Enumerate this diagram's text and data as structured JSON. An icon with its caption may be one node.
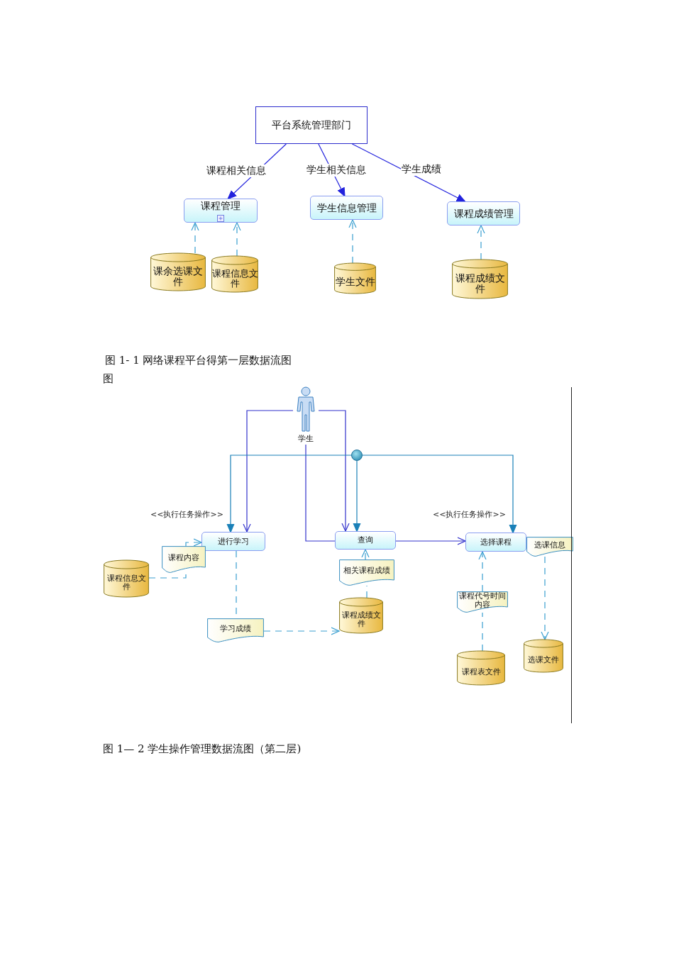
{
  "diagram": {
    "nodes": [
      {
        "text": [
          "平台系统管理部门"
        ]
      },
      {
        "text": [
          "课程管理"
        ]
      },
      {
        "text": [
          "学生信息管理"
        ]
      },
      {
        "text": [
          "课程成绩管理"
        ]
      },
      {
        "text": [
          "课余选课文件"
        ]
      },
      {
        "text": [
          "课程信息文件"
        ]
      },
      {
        "text": [
          "学生文件"
        ]
      },
      {
        "text": [
          "课程成绩文件"
        ]
      },
      {
        "text": [
          "学生"
        ]
      },
      {
        "text": [],
        "shape": "circle"
      },
      {
        "text": [
          "进行学习"
        ],
        "beside": [
          "<<执行任务操作>>"
        ]
      },
      {
        "text": [
          "查询"
        ]
      },
      {
        "text": [
          "选择课程"
        ],
        "beside": [
          "<<执行任务操作>>"
        ]
      },
      {
        "text": [
          "选课信息"
        ]
      },
      {
        "text": [
          "课程内容"
        ]
      },
      {
        "text": [
          "课程信息文件"
        ]
      },
      {
        "text": [
          "相关课程成绩"
        ]
      },
      {
        "text": [
          "课程成绩文件"
        ]
      },
      {
        "text": [
          "学习成绩"
        ]
      },
      {
        "text": [
          "课程代号时间内容"
        ]
      },
      {
        "text": [
          "课程表文件"
        ]
      },
      {
        "text": [
          "选课文件"
        ]
      }
    ],
    "edges": [
      {
        "from": 0,
        "to": 1,
        "arrow": "to",
        "label": "课程相关信息",
        "color": "#2222dd"
      },
      {
        "from": 0,
        "to": 2,
        "arrow": "to",
        "label": "学生相关信息",
        "color": "#2222dd"
      },
      {
        "from": 0,
        "to": 3,
        "arrow": "to",
        "label": "学生成绩",
        "color": "#2222dd"
      },
      {
        "from": 4,
        "to": 1,
        "arrow": "to",
        "style": "dashed"
      },
      {
        "from": 5,
        "to": 1,
        "arrow": "to",
        "style": "dashed"
      },
      {
        "from": 6,
        "to": 2,
        "arrow": "to",
        "style": "dashed"
      },
      {
        "from": 7,
        "to": 3,
        "arrow": "to",
        "style": "dashed"
      },
      {
        "from": 8,
        "to": 10,
        "arrow": "to",
        "color": "#3333cc"
      },
      {
        "from": 8,
        "to": 11,
        "arrow": "to",
        "color": "#3333cc"
      },
      {
        "from": 8,
        "to": 11,
        "arrow": "none",
        "color": "#3333cc"
      },
      {
        "from": 11,
        "to": 12,
        "arrow": "to",
        "color": "#3333cc"
      },
      {
        "from": 9,
        "to": 10,
        "arrow": "to",
        "color": "#1a80b8"
      },
      {
        "from": 9,
        "to": 11,
        "arrow": "to",
        "color": "#1a80b8"
      },
      {
        "from": 9,
        "to": 12,
        "arrow": "to",
        "color": "#1a80b8"
      },
      {
        "from": 14,
        "to": 10,
        "arrow": "to",
        "style": "dashed"
      },
      {
        "from": 15,
        "to": 14,
        "arrow": "none",
        "style": "dashed"
      },
      {
        "from": 10,
        "to": 18,
        "arrow": "none",
        "style": "dashed"
      },
      {
        "from": 18,
        "to": 17,
        "arrow": "to",
        "style": "dashed"
      },
      {
        "from": 17,
        "to": 16,
        "arrow": "none",
        "style": "dashed"
      },
      {
        "from": 16,
        "to": 11,
        "arrow": "to",
        "style": "dashed"
      },
      {
        "from": 20,
        "to": 19,
        "arrow": "none",
        "style": "dashed"
      },
      {
        "from": 19,
        "to": 12,
        "arrow": "to",
        "style": "dashed"
      },
      {
        "from": 13,
        "to": 21,
        "arrow": "to",
        "style": "dashed"
      }
    ],
    "labels": [
      "图 1- 1 网络课程平台得第一层数据流图",
      "图",
      "图 1— 2 学生操作管理数据流图（第二层)"
    ]
  }
}
